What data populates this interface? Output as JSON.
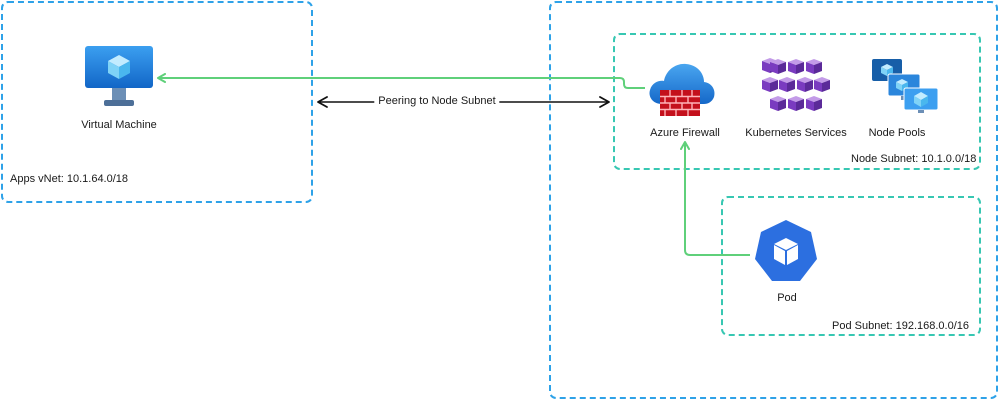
{
  "apps_vnet": {
    "label": "Apps vNet: 10.1.64.0/18"
  },
  "node_subnet": {
    "label": "Node Subnet: 10.1.0.0/18"
  },
  "pod_subnet": {
    "label": "Pod Subnet: 192.168.0.0/16"
  },
  "nodes": {
    "virtual_machine": {
      "label": "Virtual Machine",
      "icon": "virtual-machine-icon"
    },
    "azure_firewall": {
      "label": "Azure Firewall",
      "icon": "firewall-icon"
    },
    "kubernetes_services": {
      "label": "Kubernetes Services",
      "icon": "kubernetes-services-icon"
    },
    "node_pools": {
      "label": "Node Pools",
      "icon": "node-pools-icon"
    },
    "pod": {
      "label": "Pod",
      "icon": "pod-icon"
    }
  },
  "edges": [
    {
      "from": "Azure Firewall",
      "to": "Virtual Machine",
      "color": "#5fd07a"
    },
    {
      "from": "Pod",
      "to": "Azure Firewall",
      "color": "#5fd07a"
    },
    {
      "from": "Apps vNet",
      "to": "Node Subnet",
      "label": "Peering to Node Subnet",
      "bidirectional": true,
      "color": "#111111"
    }
  ],
  "colors": {
    "vnet_border": "#2ea2e8",
    "subnet_border": "#37c7b2",
    "flow_arrow": "#5fd07a"
  }
}
